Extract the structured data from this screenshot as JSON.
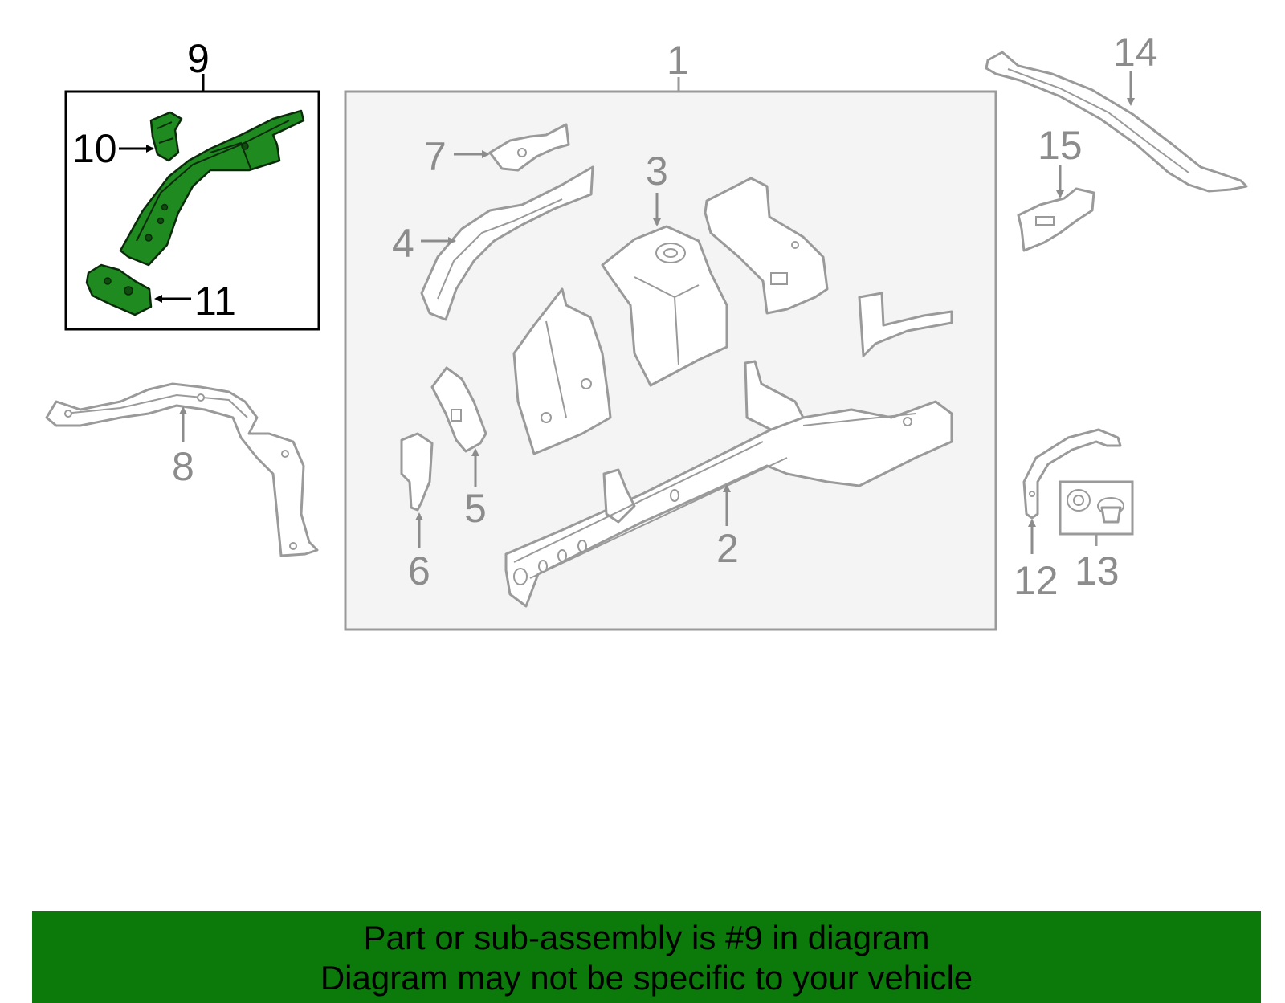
{
  "labels": {
    "l1": "1",
    "l2": "2",
    "l3": "3",
    "l4": "4",
    "l5": "5",
    "l6": "6",
    "l7": "7",
    "l8": "8",
    "l9": "9",
    "l10": "10",
    "l11": "11",
    "l12": "12",
    "l13": "13",
    "l14": "14",
    "l15": "15"
  },
  "highlight_color": "#1f8a1f",
  "banner": {
    "line1": "Part or sub-assembly is #9 in diagram",
    "line2": "Diagram may not be specific to your vehicle",
    "color": "#0b7a0b"
  }
}
